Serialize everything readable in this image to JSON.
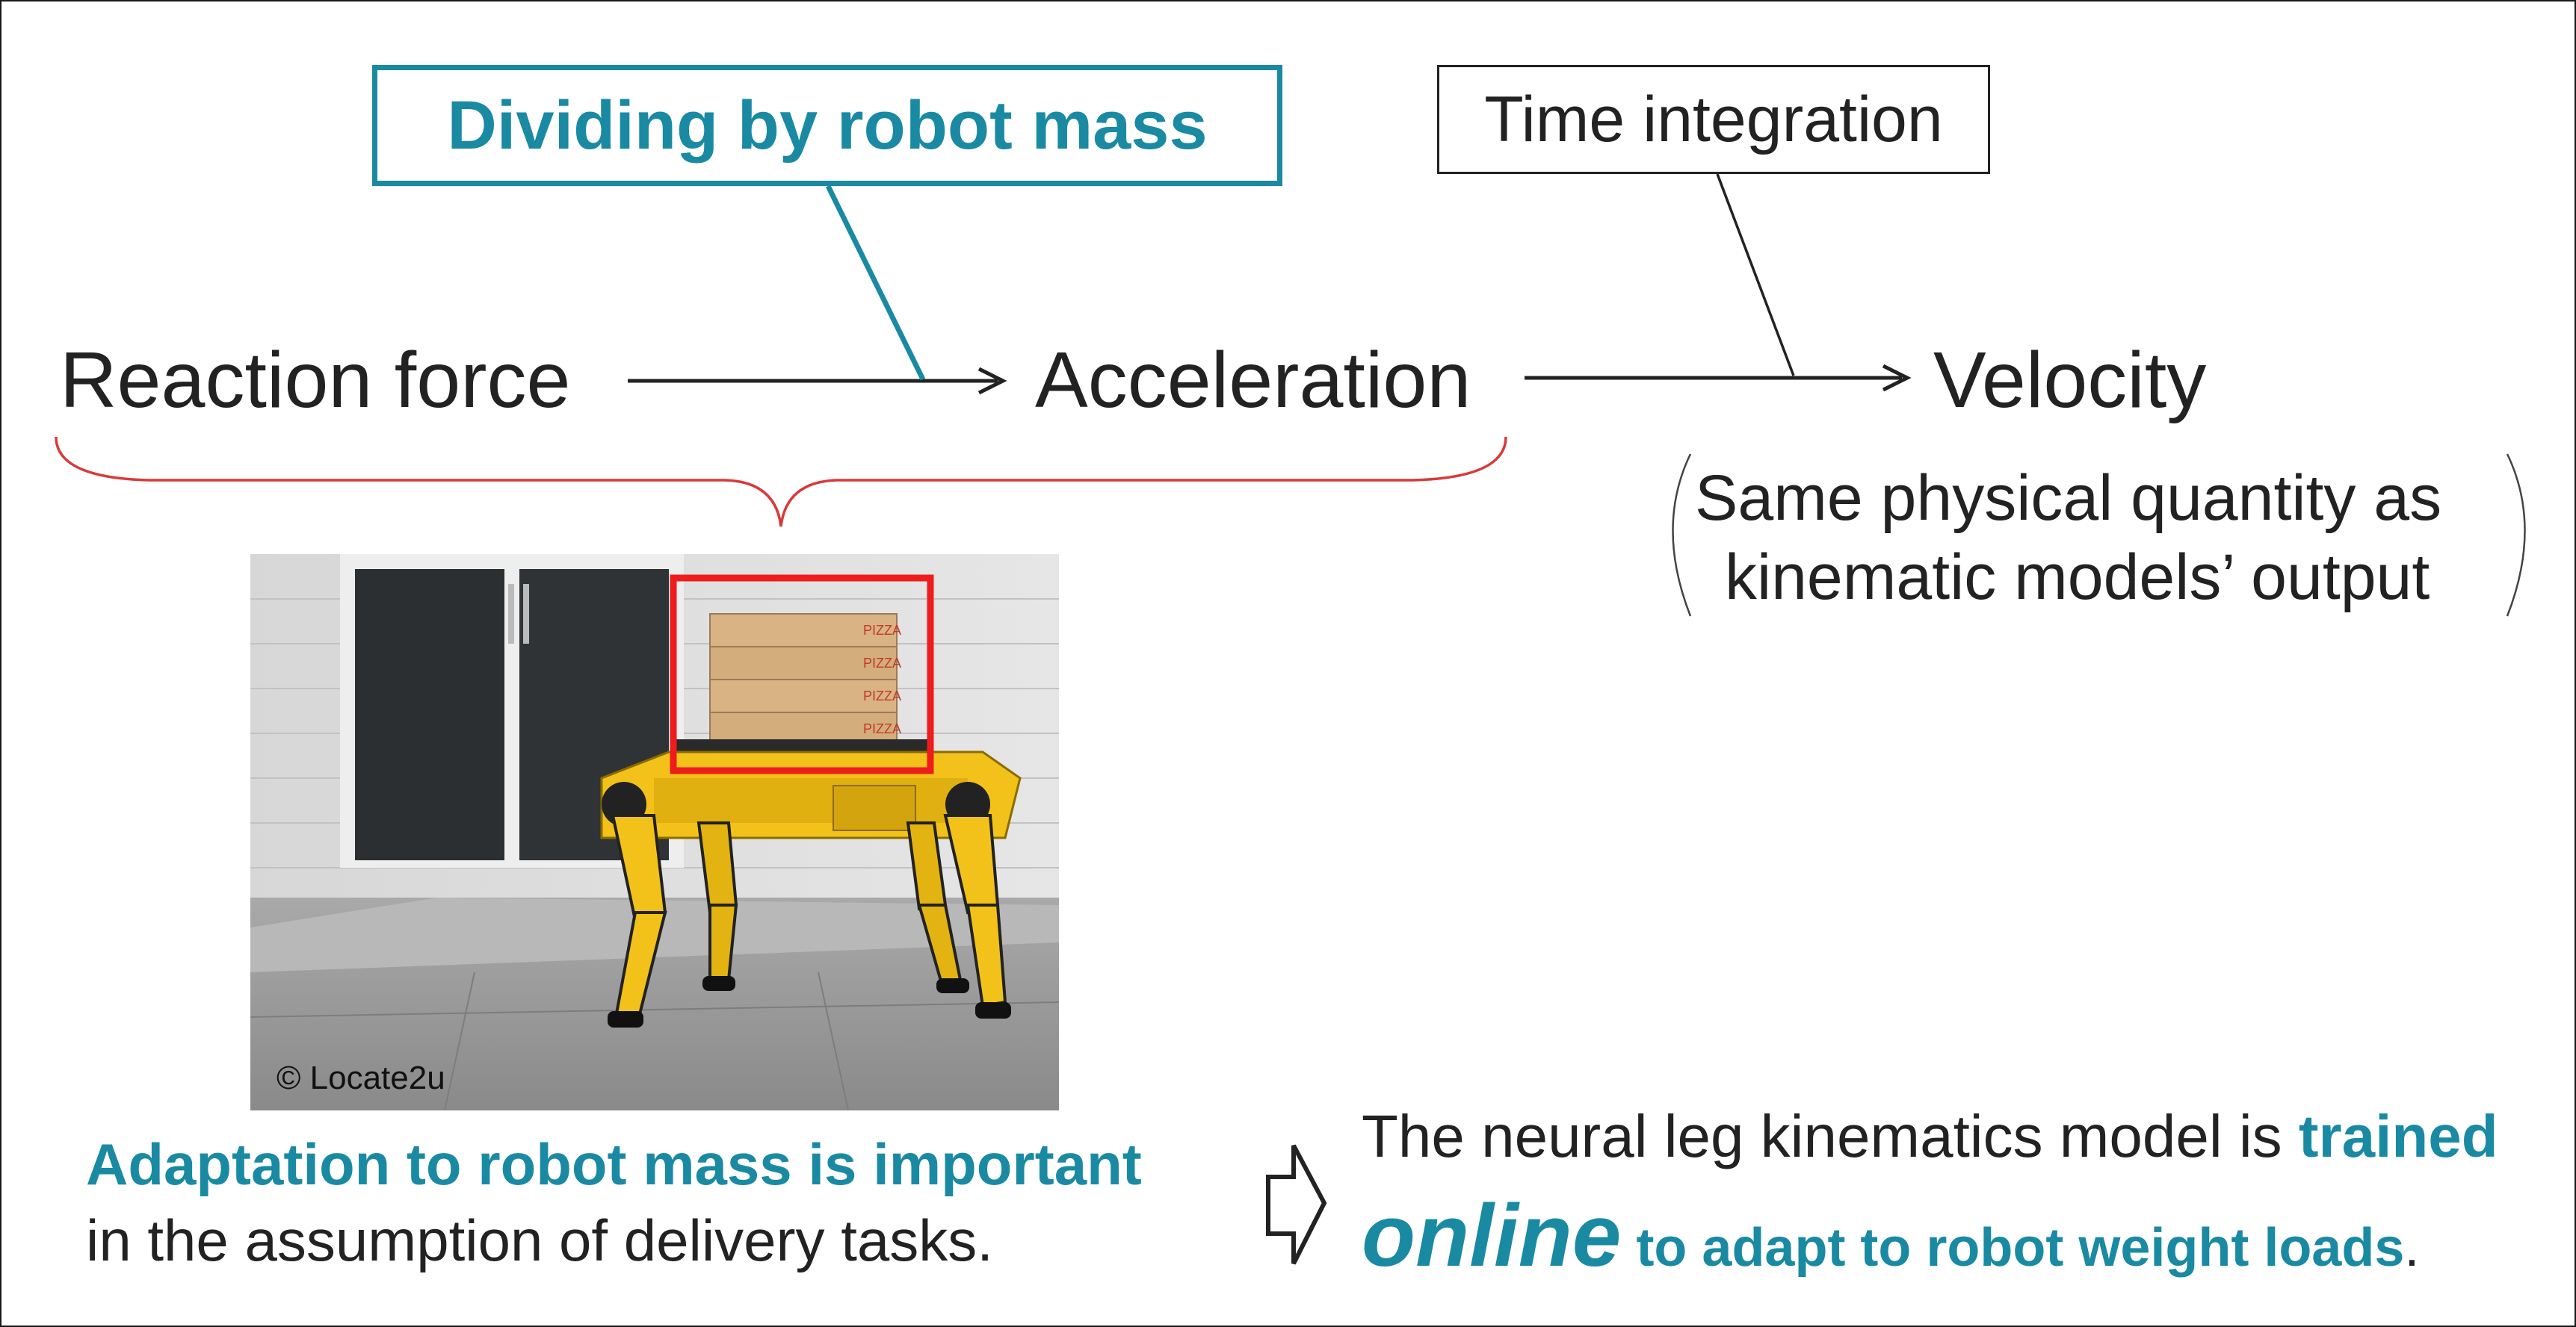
{
  "flow": {
    "reaction_force": "Reaction force",
    "acceleration": "Acceleration",
    "velocity": "Velocity",
    "dividing_label": "Dividing by robot mass",
    "time_label": "Time integration",
    "note_line1": "Same  physical quantity as",
    "note_line2": "kinematic models’ output"
  },
  "photo": {
    "credit": "© Locate2u",
    "box_label": "PIZZA"
  },
  "bottom_left": {
    "line1": "Adaptation to robot mass is important",
    "line2": "in the assumption of delivery tasks."
  },
  "bottom_right": {
    "line1_plain": "The neural leg kinematics model is ",
    "line1_bold": "trained",
    "line2_online": "online",
    "line2_bold": " to adapt to robot weight loads",
    "line2_end": "."
  },
  "colors": {
    "accent_teal": "#1a8aa3",
    "brace_red": "#d83a3a",
    "highlight_red": "#ee1c1c",
    "robot_yellow": "#f2c21a"
  }
}
